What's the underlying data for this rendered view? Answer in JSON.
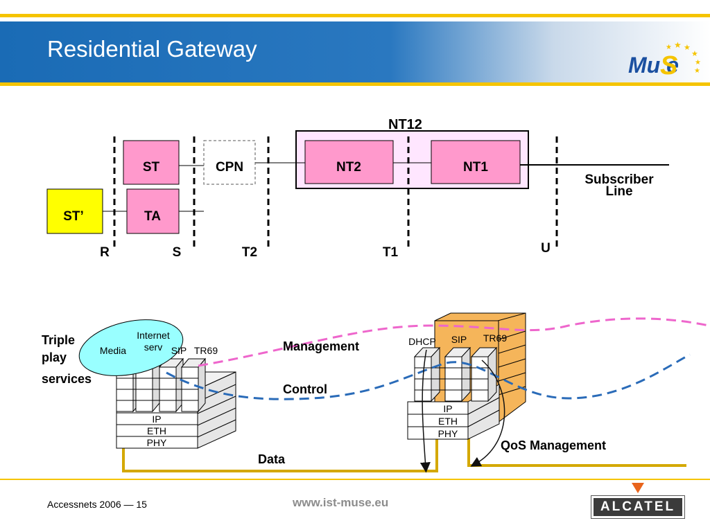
{
  "slide": {
    "title": "Residential Gateway",
    "logo_text": "Mu e"
  },
  "colors": {
    "header_blue": "#1a6bb5",
    "accent_yellow": "#f5c400",
    "pink_box": "#ff99cc",
    "yellow_box": "#ffff00",
    "cyan_ellipse": "#99ffff",
    "orange_gateway": "#f5b55a",
    "management_line": "#ee66cc",
    "control_line": "#2a6bb8",
    "data_line": "#d4a800"
  },
  "top_diagram": {
    "nt12_label": "NT12",
    "boxes": {
      "st": "ST",
      "cpn": "CPN",
      "nt2": "NT2",
      "nt1": "NT1",
      "st_prime": "ST’",
      "ta": "TA"
    },
    "subscriber_line": [
      "Subscriber",
      "Line"
    ],
    "ref_points": {
      "r": "R",
      "s": "S",
      "t2": "T2",
      "t1": "T1",
      "u": "U"
    }
  },
  "bottom_diagram": {
    "triple_play": [
      "Triple",
      "play",
      "services"
    ],
    "ellipse_labels": {
      "internet": [
        "Internet",
        "serv"
      ],
      "media": "Media"
    },
    "left_stack": {
      "top_labels": [
        "SIP",
        "TR69"
      ],
      "layers": [
        "IP",
        "ETH",
        "PHY"
      ]
    },
    "right_stack": {
      "top_labels": [
        "DHCP",
        "SIP",
        "TR69"
      ],
      "layers": [
        "IP",
        "ETH",
        "PHY"
      ]
    },
    "legend": {
      "management": "Management",
      "control": "Control",
      "data": "Data",
      "qos": "QoS Management"
    }
  },
  "footer": {
    "left_text": "Accessnets 2006 — 15",
    "url": "www.ist-muse.eu",
    "brand": "ALCATEL"
  }
}
